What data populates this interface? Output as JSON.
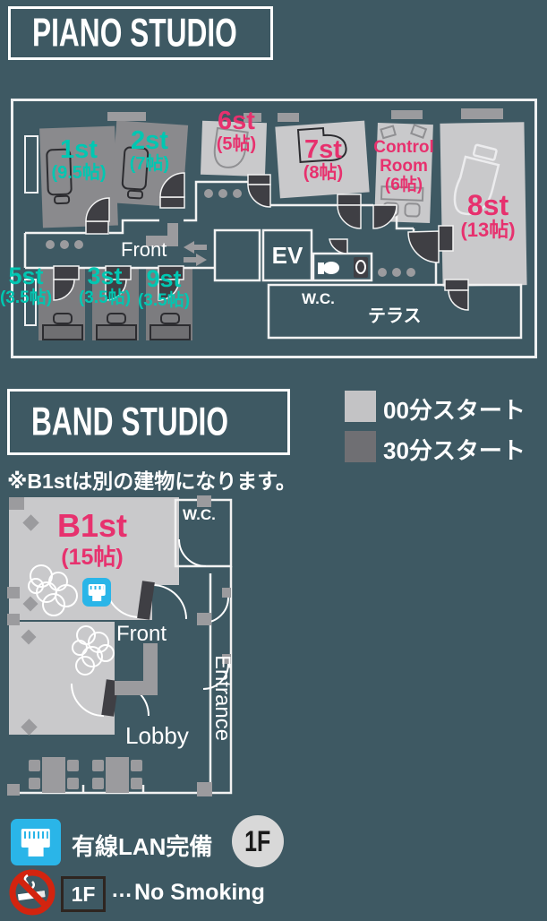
{
  "colors": {
    "background": "#3e5963",
    "teal": "#00c7b2",
    "pink": "#e7316e",
    "room_light": "#c9c9cb",
    "room_dark": "#8a8a8d",
    "legend_light": "#c3c3c5",
    "legend_dark": "#6f6f73",
    "wall_gray": "#9b9b9e",
    "door_dark": "#3f3f44",
    "lan_blue": "#2ab5e8",
    "no_smoking_red": "#d3240f",
    "badge_gray": "#d8d8d8"
  },
  "piano_studio": {
    "title": "PIANO STUDIO",
    "rooms": [
      {
        "name": "1st",
        "size": "(9.5帖)"
      },
      {
        "name": "2st",
        "size": "(7帖)"
      },
      {
        "name": "6st",
        "size": "(5帖)"
      },
      {
        "name": "7st",
        "size": "(8帖)"
      },
      {
        "name": "Control Room",
        "size": "(6帖)"
      },
      {
        "name": "8st",
        "size": "(13帖)"
      },
      {
        "name": "5st",
        "size": "(3.5帖)"
      },
      {
        "name": "3st",
        "size": "(3.5帖)"
      },
      {
        "name": "9st",
        "size": "(3.5帖)"
      }
    ],
    "labels": {
      "front": "Front",
      "ev": "EV",
      "wc": "W.C.",
      "terrace": "テラス"
    }
  },
  "legend": {
    "start00": "00分スタート",
    "start30": "30分スタート"
  },
  "note": "※B1stは別の建物になります。",
  "band_studio": {
    "title": "BAND STUDIO",
    "room": {
      "name": "B1st",
      "size": "(15帖)"
    },
    "labels": {
      "wc": "W.C.",
      "front": "Front",
      "lobby": "Lobby",
      "entrance": "Entrance"
    }
  },
  "footer": {
    "lan": "有線LAN完備",
    "floor": "1F",
    "smoke_floor": "1F",
    "dots": "…",
    "no_smoking": "No Smoking"
  }
}
